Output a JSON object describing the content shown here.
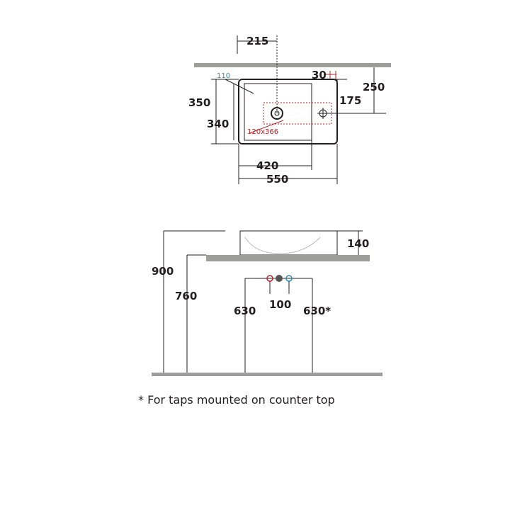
{
  "top_view": {
    "labels": {
      "tap_offset": "215",
      "drain_dia": "110",
      "tap_edge_offset": "30",
      "wall_depth": "250",
      "outer_depth": "350",
      "inner_depth": "340",
      "tap_depth": "175",
      "cutout": "120x366",
      "inner_width": "420",
      "outer_width": "550"
    }
  },
  "side_view": {
    "labels": {
      "total_height": "900",
      "counter_height": "760",
      "basin_height": "140",
      "pipe_left": "630",
      "pipe_spacing": "100",
      "pipe_right": "630*"
    }
  },
  "footnote": "* For taps mounted on counter top",
  "colors": {
    "line": "#231f20",
    "surface": "#9d9d9c",
    "hot": "#b5252b",
    "cold": "#2b8fb3"
  }
}
